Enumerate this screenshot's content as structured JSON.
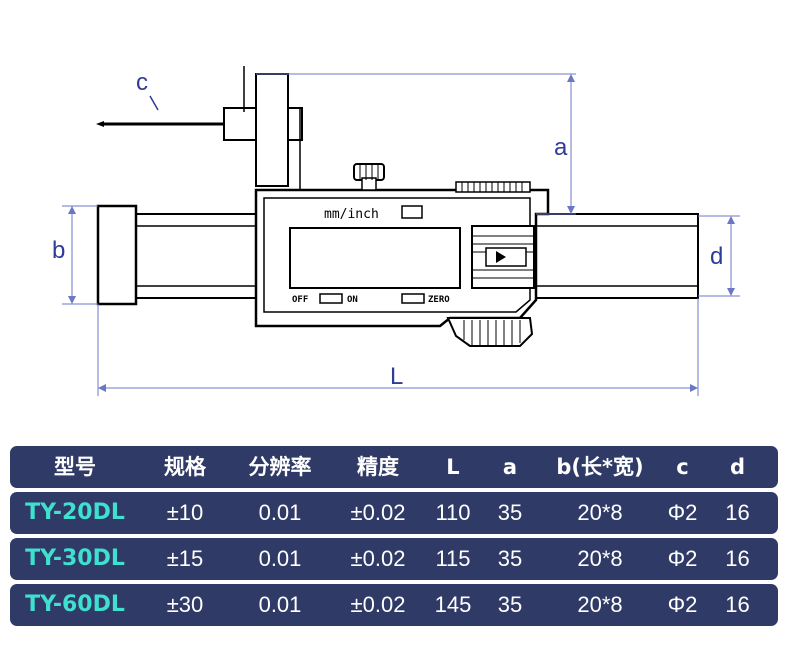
{
  "diagram": {
    "dims": {
      "a": "a",
      "b": "b",
      "c": "c",
      "d": "d",
      "L": "L"
    },
    "display": {
      "units": "mm/inch",
      "off": "OFF",
      "on": "ON",
      "zero": "ZERO"
    }
  },
  "table": {
    "headers": [
      "型号",
      "规格",
      "分辨率",
      "精度",
      "L",
      "a",
      "b(长*宽)",
      "c",
      "d"
    ],
    "rows": [
      [
        "TY-20DL",
        "±10",
        "0.01",
        "±0.02",
        "110",
        "35",
        "20*8",
        "Φ2",
        "16"
      ],
      [
        "TY-30DL",
        "±15",
        "0.01",
        "±0.02",
        "115",
        "35",
        "20*8",
        "Φ2",
        "16"
      ],
      [
        "TY-60DL",
        "±30",
        "0.01",
        "±0.02",
        "145",
        "35",
        "20*8",
        "Φ2",
        "16"
      ]
    ]
  },
  "colors": {
    "row_bg": "#2f3a66",
    "model_text": "#3fe0cf",
    "dimension": "#2f3b96"
  }
}
